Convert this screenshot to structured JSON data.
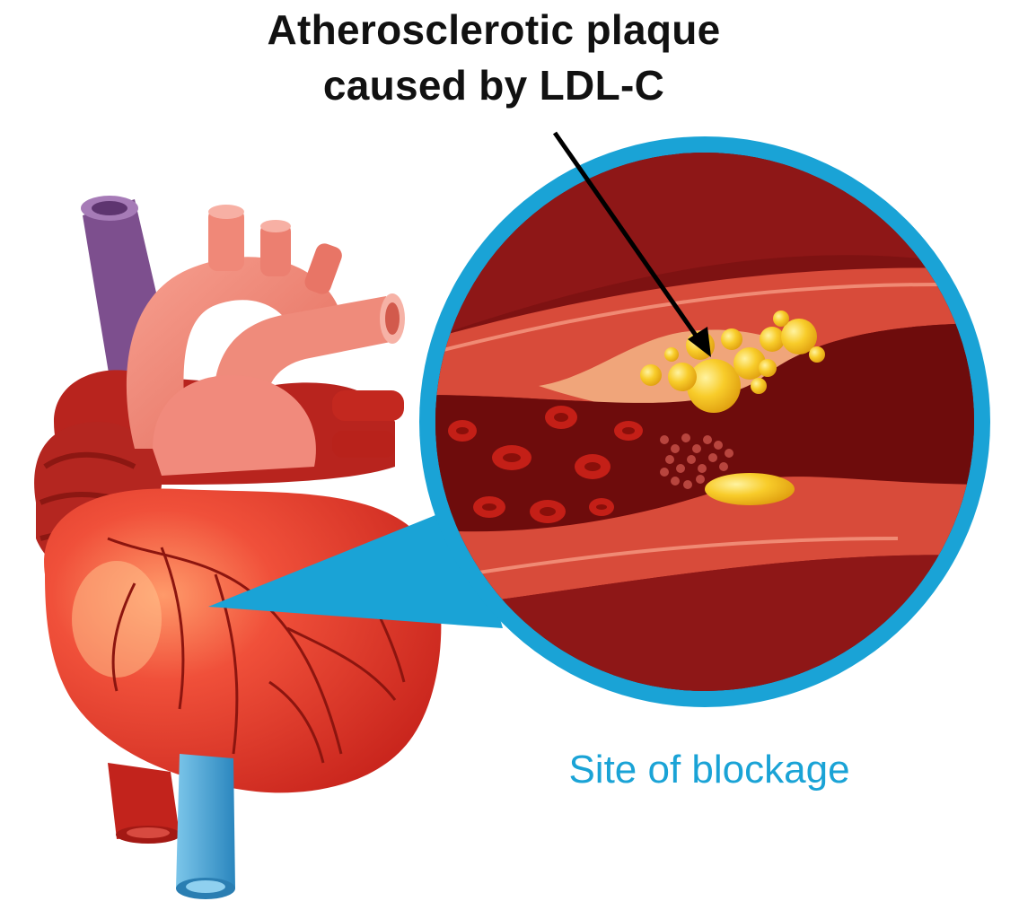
{
  "annotation": {
    "title_line1": "Atherosclerotic plaque",
    "title_line2": "caused by LDL-C",
    "site_label": "Site of blockage"
  },
  "colors": {
    "title_text": "#111111",
    "site_label": "#1aa3d6",
    "callout_ring": "#1aa3d6",
    "artery_lumen": "#8e1515",
    "artery_wall": "#d94a3a",
    "plaque": "#f5c21b",
    "heart_red": "#e6342a",
    "aorta_pink": "#f07a6c",
    "vena_cava_purple": "#8a5a9a",
    "vessel_blue": "#3aa0d4"
  },
  "icons": {
    "heart": "heart-illustration",
    "magnifier": "callout-circle",
    "arrow": "pointer-arrow"
  }
}
